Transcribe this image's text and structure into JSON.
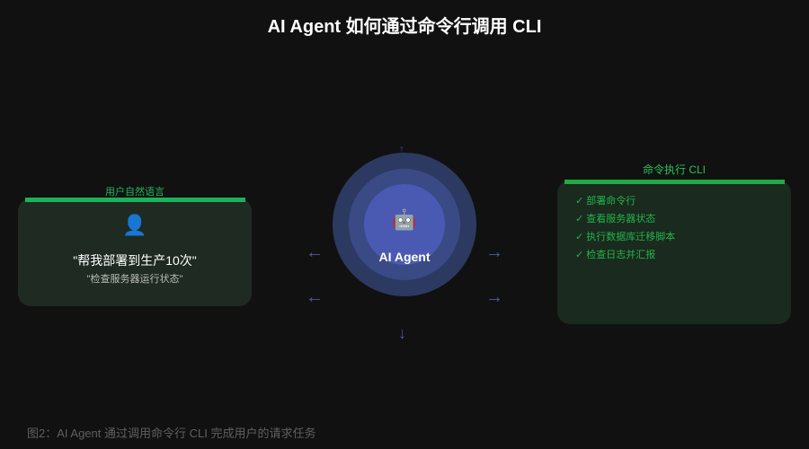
{
  "title": "AI Agent 如何通过命令行调用 CLI",
  "left": {
    "label": "用户自然语言",
    "icon": "👤",
    "icon_name": "user-icon",
    "quote": "\"帮我部署到生产10次\"",
    "subquote": "\"检查服务器运行状态\""
  },
  "center": {
    "icon": "🤖",
    "icon_name": "robot-icon",
    "label": "AI Agent"
  },
  "arrows": {
    "left": "←",
    "right": "→",
    "up": "↑",
    "down": "↓"
  },
  "right": {
    "label": "命令执行 CLI",
    "commands": [
      "✓ 部署命令行",
      "✓ 查看服务器状态",
      "✓ 执行数据库迁移脚本",
      "✓ 检查日志并汇报"
    ]
  },
  "caption": "图2：AI Agent 通过调用命令行 CLI 完成用户的请求任务",
  "colors": {
    "background": "#111111",
    "green_accent": "#19b35a",
    "agent_inner": "#4a5ab3",
    "agent_mid": "#3a4a85",
    "agent_outer": "#2c3a62"
  }
}
